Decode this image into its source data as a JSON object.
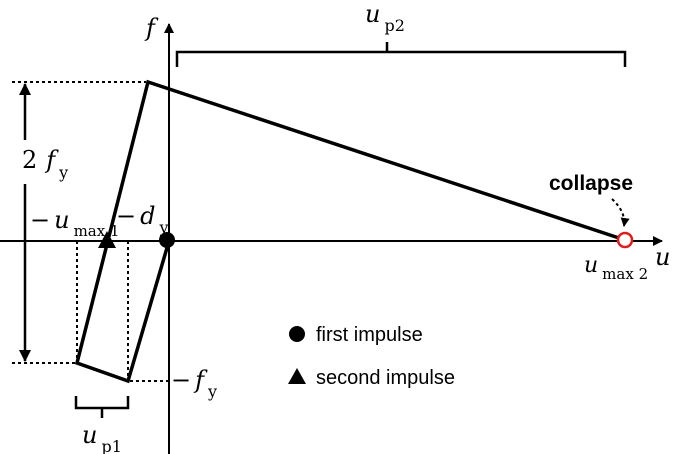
{
  "axes": {
    "f_label": "f",
    "u_label": "u"
  },
  "labels": {
    "up2_main": "u",
    "up2_sub": "p2",
    "up1_main": "u",
    "up1_sub": "p1",
    "twofy_coef": "2",
    "twofy_main": "f",
    "twofy_sub": "y",
    "umax1_sign": "−",
    "umax1_main": "u",
    "umax1_sub": "max 1",
    "dy_sign": "−",
    "dy_main": "d",
    "dy_sub": "y",
    "fy_sign": "−",
    "fy_main": "f",
    "fy_sub": "y",
    "umax2_main": "u",
    "umax2_sub": "max 2",
    "collapse": "collapse"
  },
  "legend": [
    {
      "marker": "circle",
      "label": "first impulse"
    },
    {
      "marker": "triangle",
      "label": "second impulse"
    }
  ],
  "colors": {
    "line": "#000000",
    "collapse_marker": "#e31b1b"
  }
}
